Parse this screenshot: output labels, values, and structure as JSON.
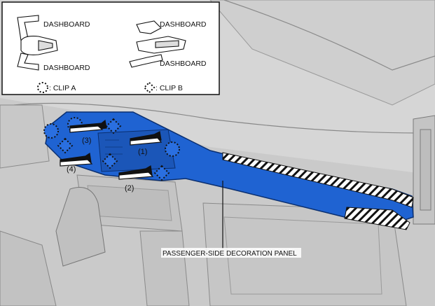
{
  "legend": {
    "clip_a_label": ": CLIP A",
    "clip_b_label": ": CLIP B",
    "clip_a_top_label": "DASHBOARD",
    "clip_a_bottom_label": "DASHBOARD",
    "clip_b_top_label": "DASHBOARD",
    "clip_b_bottom_label": "DASHBOARD"
  },
  "callouts": {
    "step_1": "(1)",
    "step_2": "(2)",
    "step_3": "(3)",
    "step_4": "(4)",
    "panel_label": "PASSENGER-SIDE DECORATION PANEL"
  },
  "colors": {
    "panel_blue": "#1f63d2",
    "background_gray": "#d2d2d2",
    "line_dark": "#222222"
  }
}
